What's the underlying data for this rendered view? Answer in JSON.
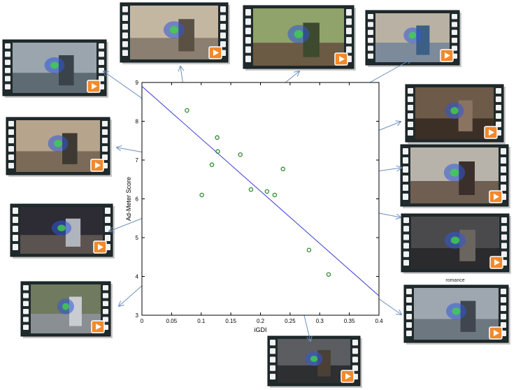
{
  "chart_data": {
    "type": "scatter",
    "xlabel": "iGDI",
    "ylabel": "Ad-Meter Score",
    "xlim": [
      0,
      0.4
    ],
    "ylim": [
      3,
      9
    ],
    "xticks": [
      "0",
      "0.05",
      "0.1",
      "0.15",
      "0.2",
      "0.25",
      "0.3",
      "0.35",
      "0.4"
    ],
    "yticks": [
      "3",
      "4",
      "5",
      "6",
      "7",
      "8",
      "9"
    ],
    "points": [
      {
        "x": 0.076,
        "y": 8.28
      },
      {
        "x": 0.127,
        "y": 7.58
      },
      {
        "x": 0.128,
        "y": 7.22
      },
      {
        "x": 0.166,
        "y": 7.14
      },
      {
        "x": 0.118,
        "y": 6.88
      },
      {
        "x": 0.238,
        "y": 6.77
      },
      {
        "x": 0.184,
        "y": 6.24
      },
      {
        "x": 0.211,
        "y": 6.19
      },
      {
        "x": 0.224,
        "y": 6.1
      },
      {
        "x": 0.101,
        "y": 6.1
      },
      {
        "x": 0.282,
        "y": 4.68
      },
      {
        "x": 0.315,
        "y": 4.05
      }
    ],
    "fit_line": {
      "x": [
        0,
        0.4
      ],
      "y": [
        8.9,
        3.5
      ]
    },
    "grid": false,
    "marker_color": "#2e8b2e",
    "fit_color": "#3b3bd6",
    "connector_color": "#6a8fbf"
  },
  "thumbnails": [
    {
      "id": "escalator",
      "caption": ""
    },
    {
      "id": "dog",
      "caption": ""
    },
    {
      "id": "backyard",
      "caption": ""
    },
    {
      "id": "boy",
      "caption": ""
    },
    {
      "id": "dinner",
      "caption": ""
    },
    {
      "id": "swings",
      "caption": ""
    },
    {
      "id": "woman-car",
      "caption": ""
    },
    {
      "id": "sedan",
      "caption": ""
    },
    {
      "id": "man-closeup",
      "caption": "romance"
    },
    {
      "id": "hatchback",
      "caption": ""
    },
    {
      "id": "runner",
      "caption": ""
    },
    {
      "id": "suit",
      "caption": ""
    }
  ]
}
